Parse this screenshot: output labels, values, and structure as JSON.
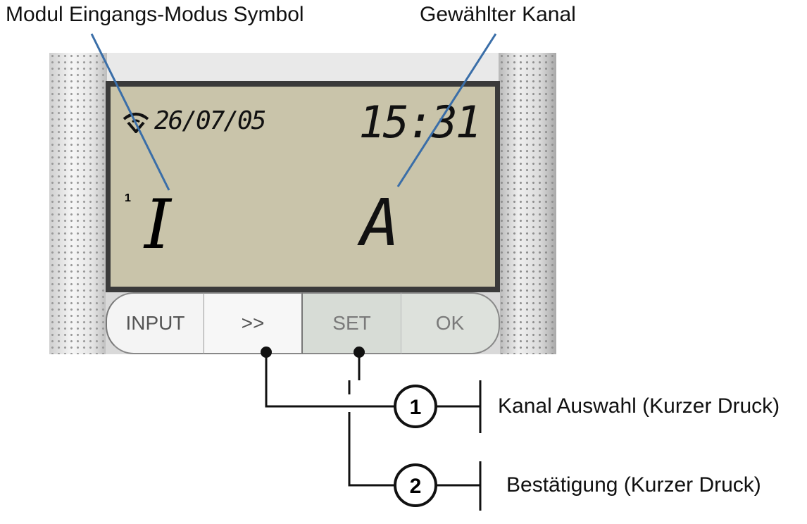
{
  "labels": {
    "mode_symbol": "Modul Eingangs-Modus Symbol",
    "selected_channel": "Gewählter Kanal",
    "step1": "Kanal Auswahl (Kurzer Druck)",
    "step2": "Bestätigung (Kurzer Druck)"
  },
  "lcd": {
    "date": "26/07/05",
    "time": "15:31",
    "superscript": "1",
    "mode_symbol": "I",
    "channel": "A",
    "status_icon": "wireless-icon"
  },
  "buttons": {
    "input": "INPUT",
    "next": ">>",
    "set": "SET",
    "ok": "OK"
  },
  "steps": {
    "one": "1",
    "two": "2"
  }
}
